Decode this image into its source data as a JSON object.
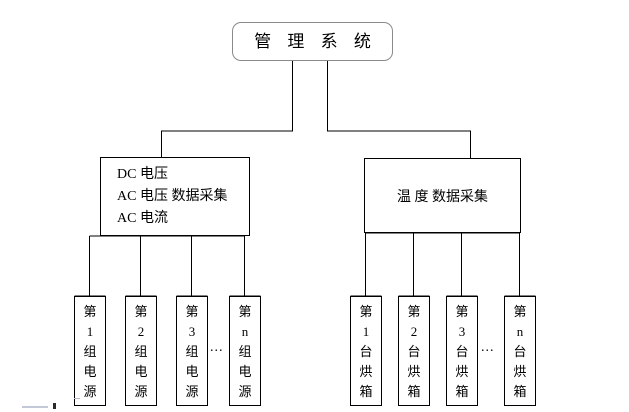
{
  "diagram": {
    "title_node": {
      "label": "管 理 系 统"
    },
    "mid_nodes": [
      {
        "name": "voltage-current-acquisition",
        "lines": [
          "DC 电压",
          "AC 电压   数据采集",
          "AC 电流"
        ]
      },
      {
        "name": "temperature-acquisition",
        "label": "温 度   数据采集"
      }
    ],
    "leaf_groups": [
      {
        "name": "power-supply-group",
        "ellipsis": "...",
        "items": [
          {
            "label": "第1组电源"
          },
          {
            "label": "第2组电源"
          },
          {
            "label": "第3组电源"
          },
          {
            "label": "第n组电源"
          }
        ]
      },
      {
        "name": "oven-group",
        "ellipsis": "...",
        "items": [
          {
            "label": "第1台烘箱"
          },
          {
            "label": "第2台烘箱"
          },
          {
            "label": "第3台烘箱"
          },
          {
            "label": "第n台烘箱"
          }
        ]
      }
    ],
    "colors": {
      "line": "#000000",
      "root_border": "#8a8a8a",
      "background": "#ffffff",
      "text": "#000000"
    }
  }
}
